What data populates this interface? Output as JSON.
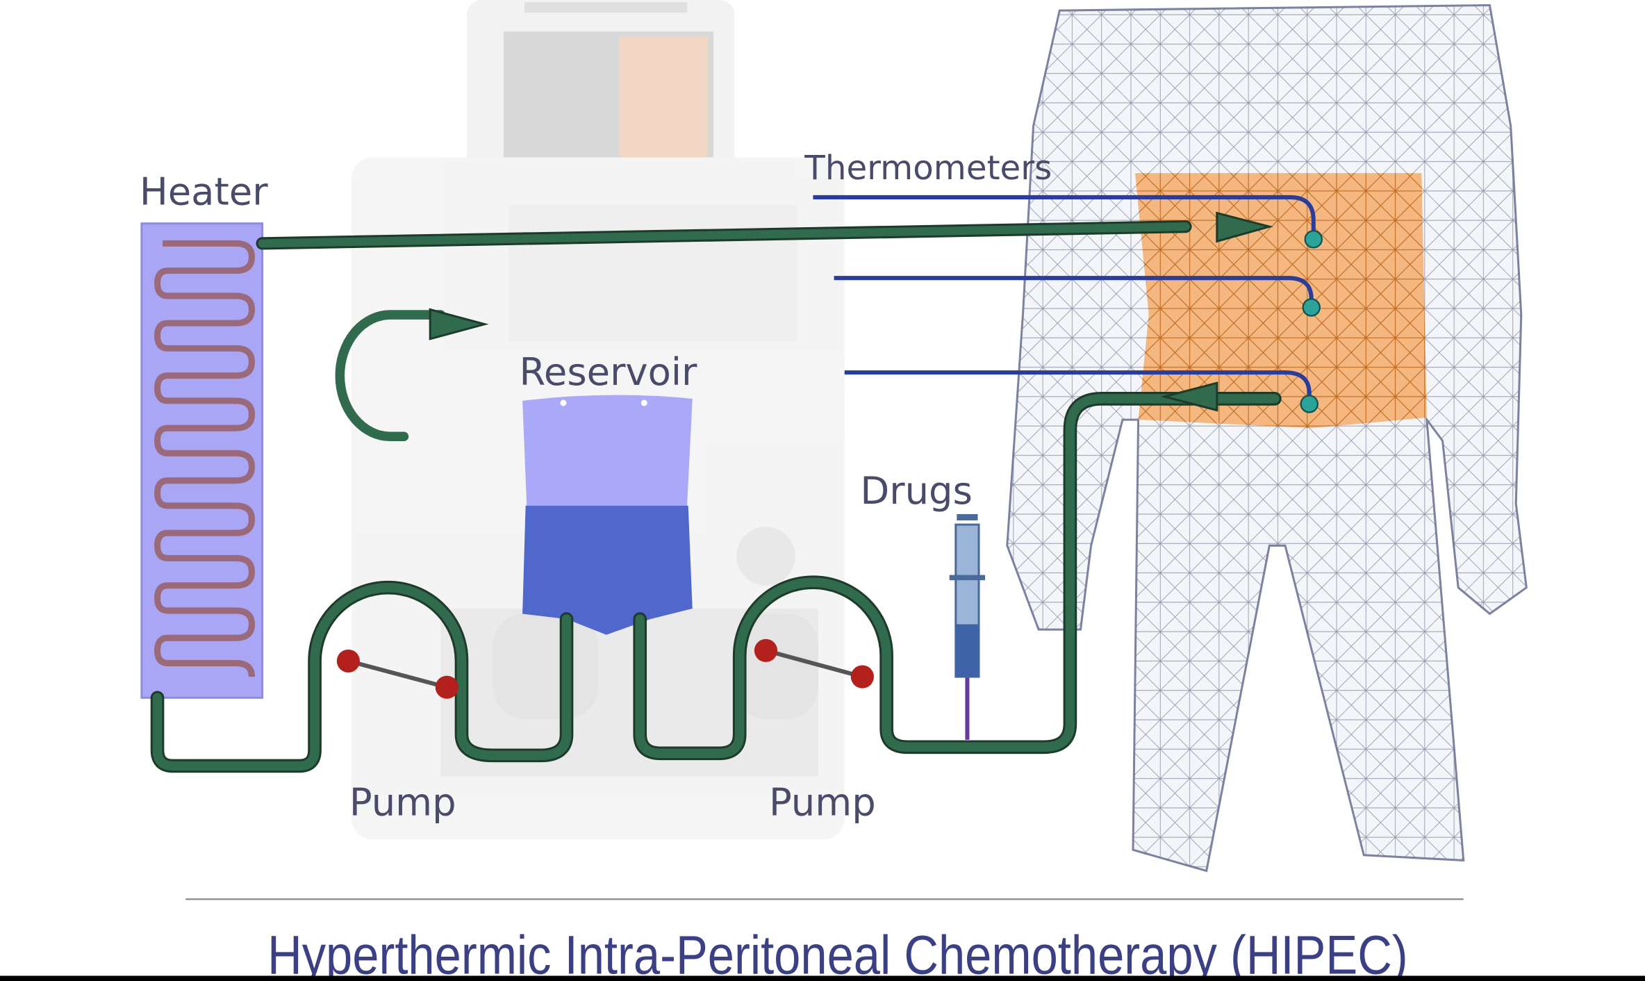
{
  "labels": {
    "heater": "Heater",
    "thermometers": "Thermometers",
    "reservoir": "Reservoir",
    "drugs": "Drugs",
    "pump_left": "Pump",
    "pump_right": "Pump"
  },
  "title": "Hyperthermic Intra-Peritoneal Chemotherapy (HIPEC)",
  "colors": {
    "tube": "#2f6b4c",
    "heater": "#a9a6f5",
    "heater_coil": "#9a6a7a",
    "reservoir": "#aaa8f8",
    "reservoir_fluid": "#5067cc",
    "thermometer_wire": "#2a3d9c",
    "probe": "#2aa39a",
    "pump_ball": "#b4201c",
    "abdomen": "#f2a860",
    "title": "#3b3f86"
  }
}
